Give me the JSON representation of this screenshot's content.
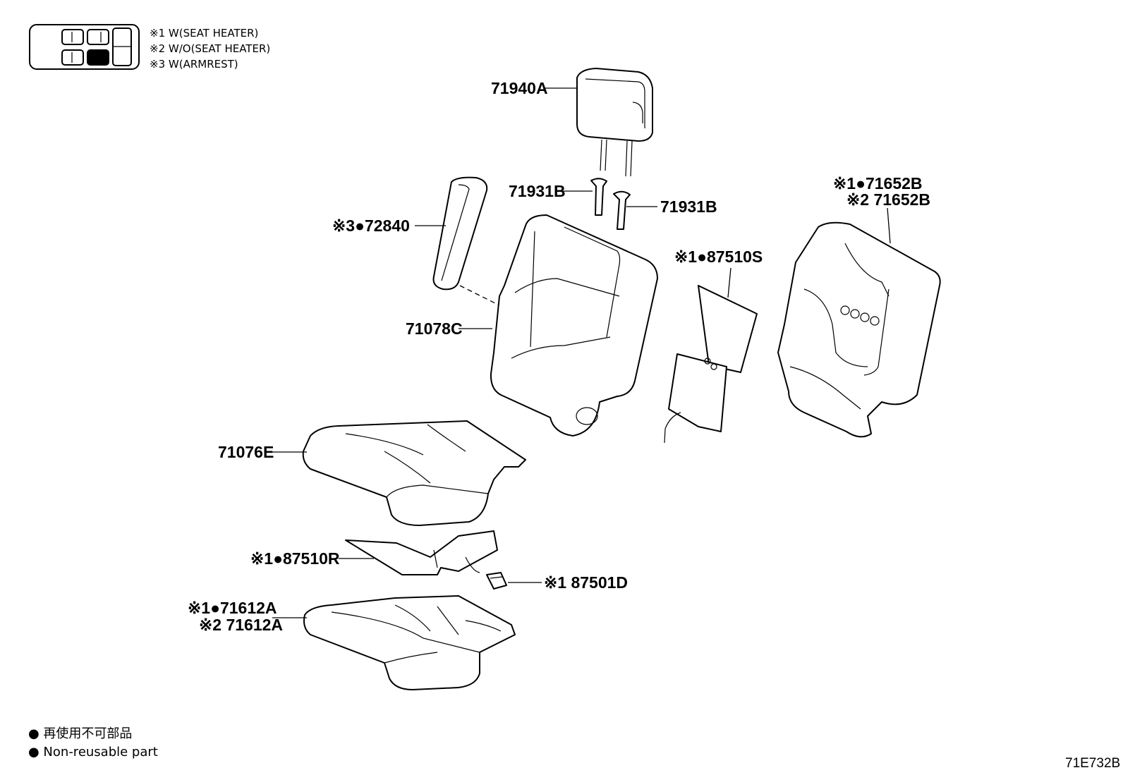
{
  "notes": [
    "※1 W(SEAT HEATER)",
    "※2 W/O(SEAT HEATER)",
    "※3 W(ARMREST)"
  ],
  "callouts": {
    "headrest": "71940A",
    "guide_left": "71931B",
    "guide_right": "71931B",
    "armrest": "※3●72840",
    "back_cover": "71078C",
    "heater_back": "※1●87510S",
    "back_pad_1": "※1●71652B",
    "back_pad_2": "※2 71652B",
    "cushion_cover": "71076E",
    "heater_cushion": "※1●87510R",
    "connector": "※1 87501D",
    "cushion_pad_1": "※1●71612A",
    "cushion_pad_2": "※2 71612A"
  },
  "legend": {
    "line_jp": "● 再使用不可部品",
    "line_en": "● Non-reusable part"
  },
  "figure_code": "71E732B"
}
